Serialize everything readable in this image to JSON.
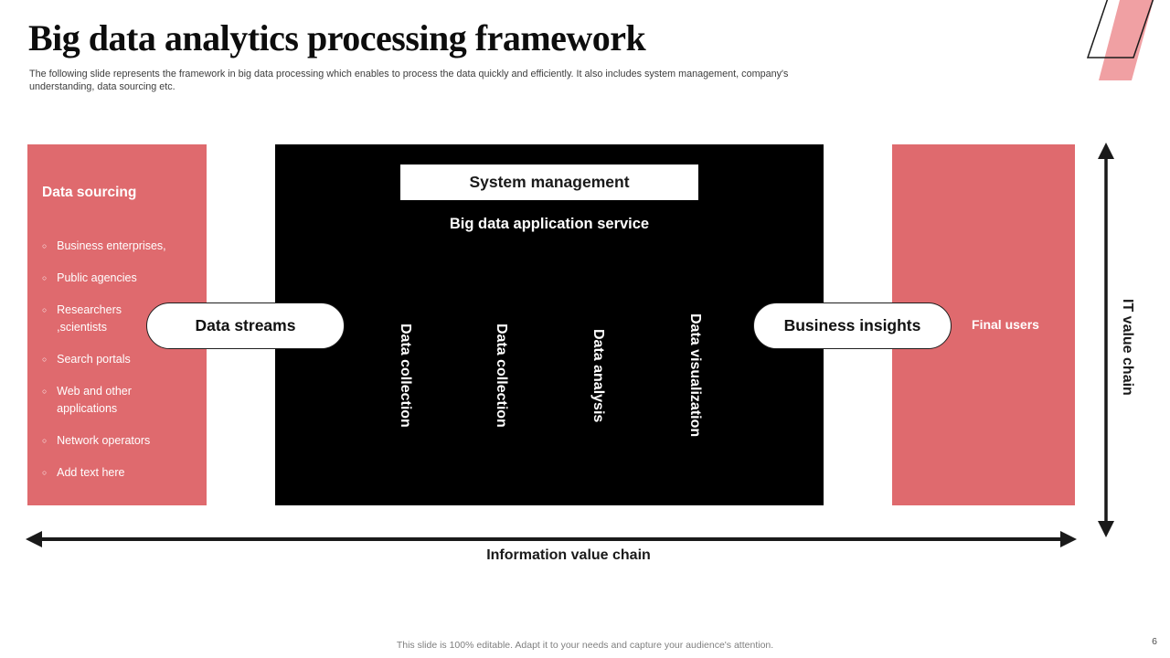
{
  "slide": {
    "title": "Big data analytics processing framework",
    "subtitle": "The following slide represents the framework in big data processing which enables to process the data quickly and efficiently. It also includes system management, company's understanding, data sourcing etc.",
    "footer_note": "This slide is 100% editable. Adapt it to your needs and capture your audience's attention.",
    "page_number": "6"
  },
  "colors": {
    "accent_red": "#df6a6e",
    "logo_pink": "#f0a0a3",
    "panel_black": "#000000"
  },
  "data_sourcing": {
    "heading": "Data sourcing",
    "items": [
      "Business enterprises,",
      "Public agencies",
      "Researchers ,scientists",
      "Search portals",
      "Web and other applications",
      "Network operators",
      "Add text here"
    ]
  },
  "center": {
    "system_management": "System management",
    "service": "Big data application service",
    "stages": [
      "Data collection",
      "Data collection",
      "Data analysis",
      "Data visualization"
    ]
  },
  "pills": {
    "left": "Data streams",
    "right": "Business insights"
  },
  "final_users": "Final users",
  "axes": {
    "horizontal": "Information value chain",
    "vertical": "IT value chain"
  }
}
